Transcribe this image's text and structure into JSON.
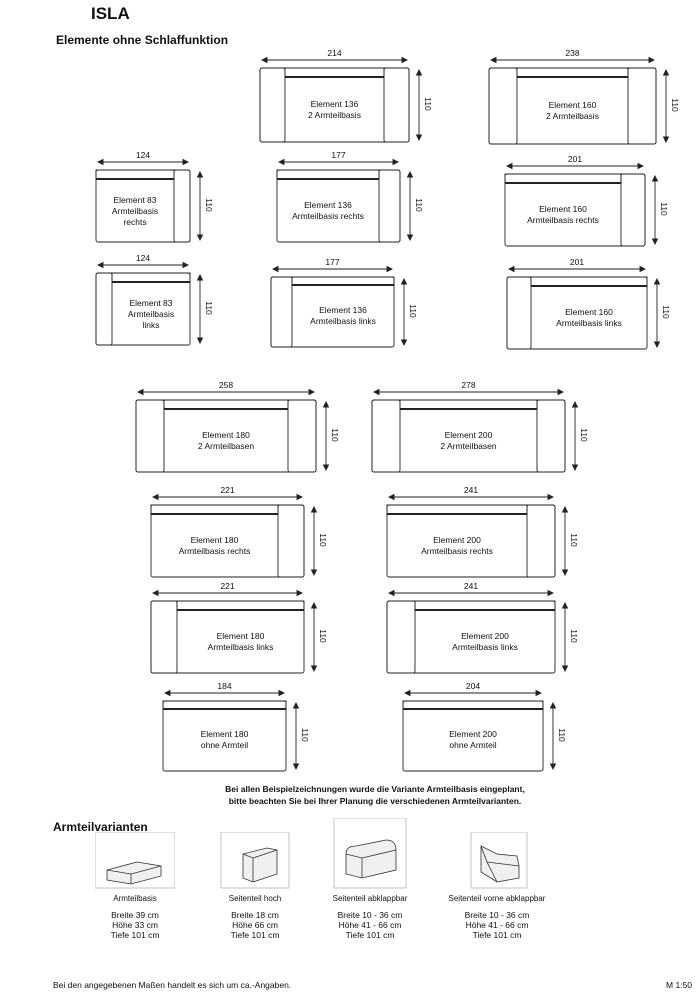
{
  "title": "ISLA",
  "subtitle": "Elemente ohne Schlaffunktion",
  "depth_label": "110",
  "elements": [
    {
      "id": "e136-2",
      "width_label": "214",
      "name": "Element 136",
      "desc": "2 Armteilbasis",
      "arms": "both"
    },
    {
      "id": "e160-2",
      "width_label": "238",
      "name": "Element 160",
      "desc": "2 Armteilbasis",
      "arms": "both"
    },
    {
      "id": "e83-r",
      "width_label": "124",
      "name": "Element 83",
      "desc": "Armteilbasis",
      "desc2": "rechts",
      "arms": "right"
    },
    {
      "id": "e136-r",
      "width_label": "177",
      "name": "Element 136",
      "desc": "Armteilbasis rechts",
      "arms": "right"
    },
    {
      "id": "e160-r",
      "width_label": "201",
      "name": "Element 160",
      "desc": "Armteilbasis rechts",
      "arms": "right"
    },
    {
      "id": "e83-l",
      "width_label": "124",
      "name": "Element 83",
      "desc": "Armteilbasis",
      "desc2": "links",
      "arms": "left"
    },
    {
      "id": "e136-l",
      "width_label": "177",
      "name": "Element 136",
      "desc": "Armteilbasis links",
      "arms": "left"
    },
    {
      "id": "e160-l",
      "width_label": "201",
      "name": "Element 160",
      "desc": "Armteilbasis links",
      "arms": "left"
    },
    {
      "id": "e180-2",
      "width_label": "258",
      "name": "Element 180",
      "desc": "2 Armteilbasen",
      "arms": "both"
    },
    {
      "id": "e200-2",
      "width_label": "278",
      "name": "Element 200",
      "desc": "2 Armteilbasen",
      "arms": "both"
    },
    {
      "id": "e180-r",
      "width_label": "221",
      "name": "Element 180",
      "desc": "Armteilbasis rechts",
      "arms": "right"
    },
    {
      "id": "e200-r",
      "width_label": "241",
      "name": "Element 200",
      "desc": "Armteilbasis rechts",
      "arms": "right"
    },
    {
      "id": "e180-l",
      "width_label": "221",
      "name": "Element 180",
      "desc": "Armteilbasis links",
      "arms": "left"
    },
    {
      "id": "e200-l",
      "width_label": "241",
      "name": "Element 200",
      "desc": "Armteilbasis links",
      "arms": "left"
    },
    {
      "id": "e180-0",
      "width_label": "184",
      "name": "Element 180",
      "desc": "ohne Armteil",
      "arms": "none"
    },
    {
      "id": "e200-0",
      "width_label": "204",
      "name": "Element 200",
      "desc": "ohne Armteil",
      "arms": "none"
    }
  ],
  "note_line1": "Bei allen Beispielzeichnungen wurde die Variante Armteilbasis eingeplant,",
  "note_line2": "bitte beachten Sie bei Ihrer Planung die verschiedenen Armteilvarianten.",
  "variants_title": "Armteilvarianten",
  "variants": [
    {
      "name": "Armteilbasis",
      "l1": "Breite 39 cm",
      "l2": "Höhe 33 cm",
      "l3": "Tiefe 101 cm",
      "icon": "armrest-base-icon"
    },
    {
      "name": "Seitenteil hoch",
      "l1": "Breite 18 cm",
      "l2": "Höhe 66 cm",
      "l3": "Tiefe 101 cm",
      "icon": "armrest-high-icon"
    },
    {
      "name": "Seitenteil abklappbar",
      "l1": "Breite 10 - 36 cm",
      "l2": "Höhe 41 - 66 cm",
      "l3": "Tiefe 101 cm",
      "icon": "armrest-foldable-icon"
    },
    {
      "name": "Seitenteil vorne abklappbar",
      "l1": "Breite 10 - 36 cm",
      "l2": "Höhe 41 - 66 cm",
      "l3": "Tiefe 101 cm",
      "icon": "armrest-front-foldable-icon"
    }
  ],
  "footer": "Bei den angegebenen Maßen handelt es sich um ca.-Angaben.",
  "scale": "M 1:50"
}
